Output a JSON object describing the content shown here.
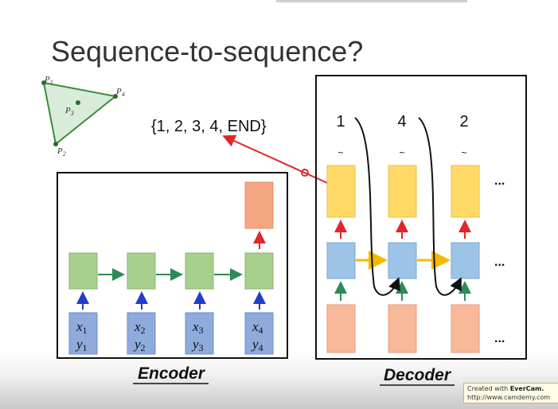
{
  "slide": {
    "title": "Sequence-to-sequence?",
    "output_sequence": "{1, 2, 3, 4, END}",
    "encoder_label": "Encoder",
    "decoder_label": "Decoder",
    "ellipsis": "..."
  },
  "triangle": {
    "points": [
      {
        "name": "P",
        "sub": "1"
      },
      {
        "name": "P",
        "sub": "4"
      },
      {
        "name": "P",
        "sub": "3"
      },
      {
        "name": "P",
        "sub": "2"
      }
    ]
  },
  "encoder": {
    "inputs": [
      {
        "x": "x",
        "xs": "1",
        "y": "y",
        "ys": "1"
      },
      {
        "x": "x",
        "xs": "2",
        "y": "y",
        "ys": "2"
      },
      {
        "x": "x",
        "xs": "3",
        "y": "y",
        "ys": "3"
      },
      {
        "x": "x",
        "xs": "4",
        "y": "y",
        "ys": "4"
      }
    ]
  },
  "decoder": {
    "outputs": [
      "1",
      "4",
      "2"
    ],
    "tilde": "~"
  },
  "watermark": {
    "line1": "Created with ",
    "brand": "EverCam.",
    "line2": "http://www.camdemy.com"
  },
  "colors": {
    "encoder_cell": "#a8d08d",
    "encoder_output": "#f4a582",
    "input_box": "#8faadc",
    "decoder_top": "#ffd966",
    "decoder_mid": "#9dc3e6",
    "decoder_bottom": "#f8b89a",
    "arrow_red": "#e0262b",
    "arrow_blue": "#1f3ec9",
    "arrow_green": "#2e8b57",
    "arrow_yellow": "#f5b800"
  }
}
